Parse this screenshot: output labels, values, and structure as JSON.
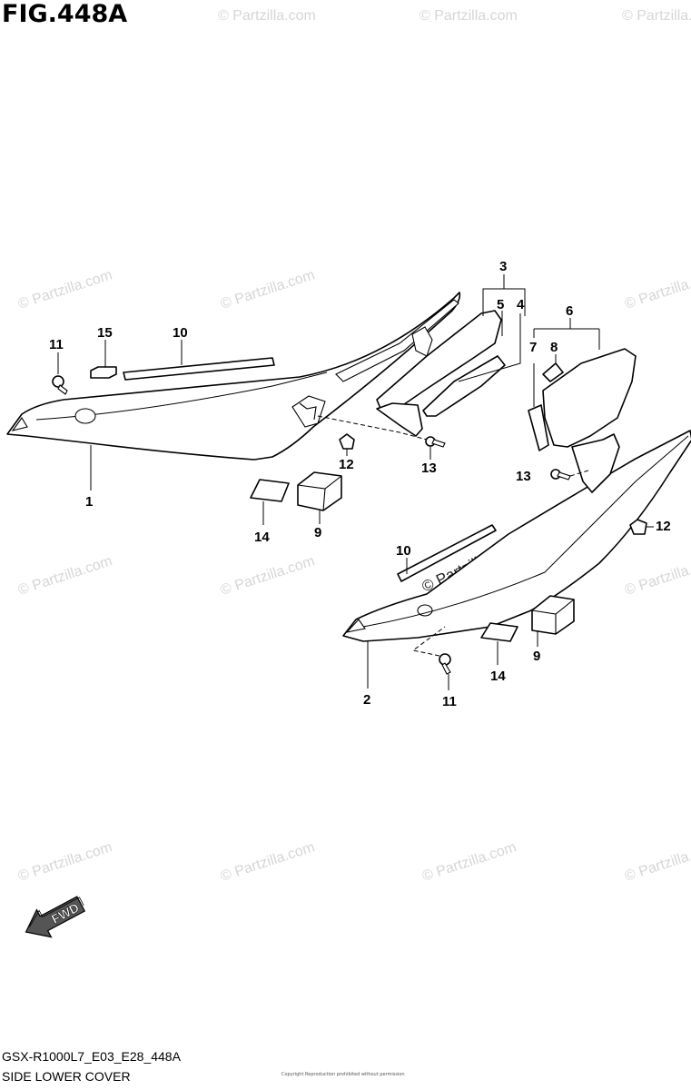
{
  "figure": {
    "title": "FIG.448A",
    "model_code": "GSX-R1000L7_E03_E28_448A",
    "section_name": "SIDE LOWER COVER",
    "copyright": "Copyright Reproduction prohibited without permission"
  },
  "direction_arrow": {
    "label": "FWD"
  },
  "watermark": {
    "text": "© Partzilla.com"
  },
  "callouts": {
    "c1": "1",
    "c2": "2",
    "c3": "3",
    "c4": "4",
    "c5": "5",
    "c6": "6",
    "c7": "7",
    "c8": "8",
    "c9a": "9",
    "c9b": "9",
    "c10a": "10",
    "c10b": "10",
    "c11a": "11",
    "c11b": "11",
    "c12a": "12",
    "c12b": "12",
    "c13a": "13",
    "c13b": "13",
    "c14a": "14",
    "c14b": "14",
    "c15": "15"
  },
  "colors": {
    "line": "#000000",
    "watermark": "#d6d6d6",
    "background": "#ffffff"
  }
}
